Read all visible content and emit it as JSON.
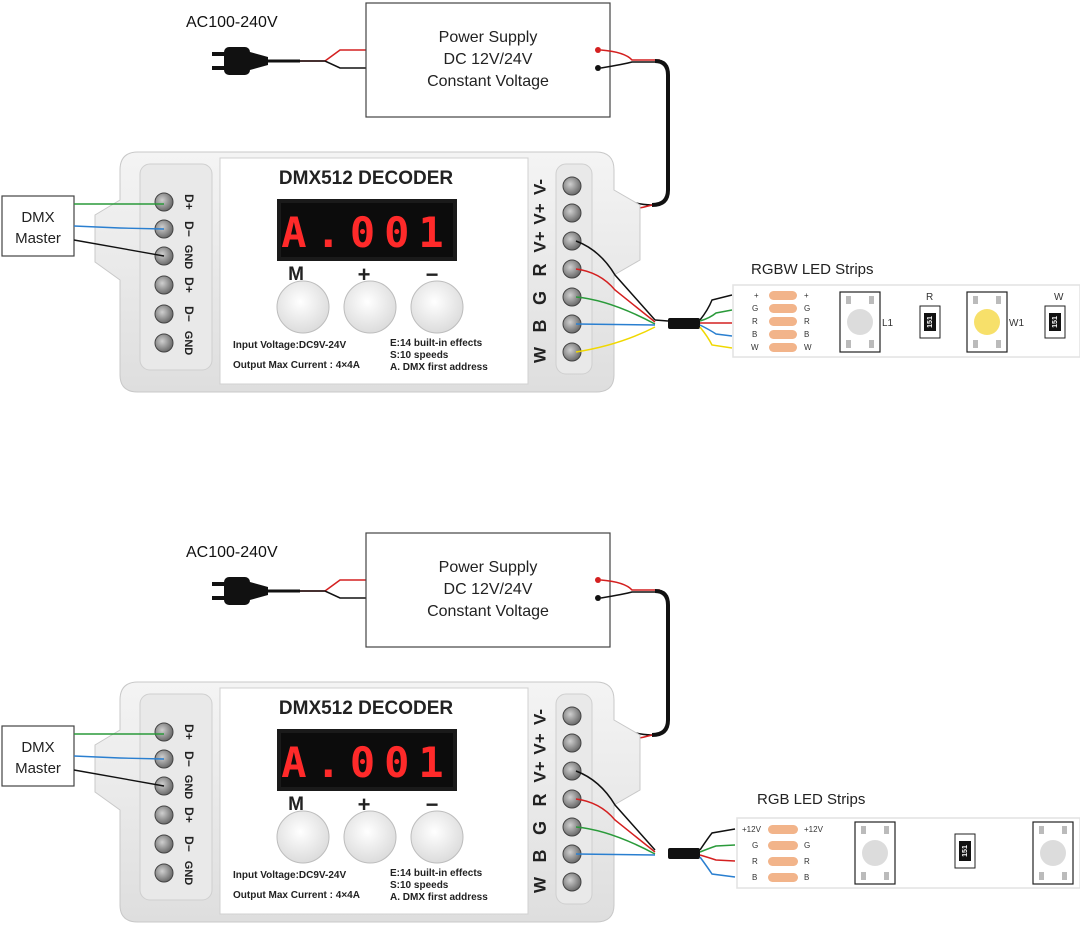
{
  "diagrams": [
    {
      "ac_input": "AC100-240V",
      "power_supply": {
        "line1": "Power Supply",
        "line2": "DC 12V/24V",
        "line3": "Constant Voltage"
      },
      "dmx_master": {
        "line1": "DMX",
        "line2": "Master"
      },
      "decoder": {
        "title": "DMX512 DECODER",
        "display": "A.001",
        "button_m": "M",
        "button_plus": "+",
        "button_minus": "−",
        "input_voltage": "Input Voltage:DC9V-24V",
        "output_max": "Output Max  Current : 4×4A",
        "info1": "E:14 built-in effects",
        "info2": "S:10 speeds",
        "info3": "A. DMX first address",
        "left_terminals": [
          "D+",
          "D−",
          "GND",
          "D+",
          "D−",
          "GND"
        ],
        "right_terminals": [
          "V-",
          "V+",
          "V+",
          "R",
          "G",
          "B",
          "W"
        ]
      },
      "strip": {
        "title": "RGBW LED Strips",
        "pads_left": [
          "+",
          "G",
          "R",
          "B",
          "W"
        ],
        "pads_right": [
          "+",
          "G",
          "R",
          "B",
          "W"
        ],
        "label_r": "R",
        "label_w": "W",
        "label_l1": "L1",
        "label_w1": "W1",
        "resistor_text": "151"
      }
    },
    {
      "ac_input": "AC100-240V",
      "power_supply": {
        "line1": "Power Supply",
        "line2": "DC 12V/24V",
        "line3": "Constant Voltage"
      },
      "dmx_master": {
        "line1": "DMX",
        "line2": "Master"
      },
      "decoder": {
        "title": "DMX512 DECODER",
        "display": "A.001",
        "button_m": "M",
        "button_plus": "+",
        "button_minus": "−",
        "input_voltage": "Input Voltage:DC9V-24V",
        "output_max": "Output Max  Current : 4×4A",
        "info1": "E:14 built-in effects",
        "info2": "S:10 speeds",
        "info3": "A. DMX first address",
        "left_terminals": [
          "D+",
          "D−",
          "GND",
          "D+",
          "D−",
          "GND"
        ],
        "right_terminals": [
          "V-",
          "V+",
          "V+",
          "R",
          "G",
          "B",
          "W"
        ]
      },
      "strip": {
        "title": "RGB LED Strips",
        "pads_left": [
          "+12V",
          "G",
          "R",
          "B"
        ],
        "pads_right": [
          "+12V",
          "G",
          "R",
          "B"
        ],
        "resistor_text": "151"
      }
    }
  ],
  "colors": {
    "red_wire": "#d42020",
    "black_wire": "#111111",
    "green_wire": "#2a9a3a",
    "blue_wire": "#2a7fd0",
    "yellow_wire": "#f0d800",
    "display_red": "#ff2a2a",
    "pad_orange": "#f2b48a"
  }
}
